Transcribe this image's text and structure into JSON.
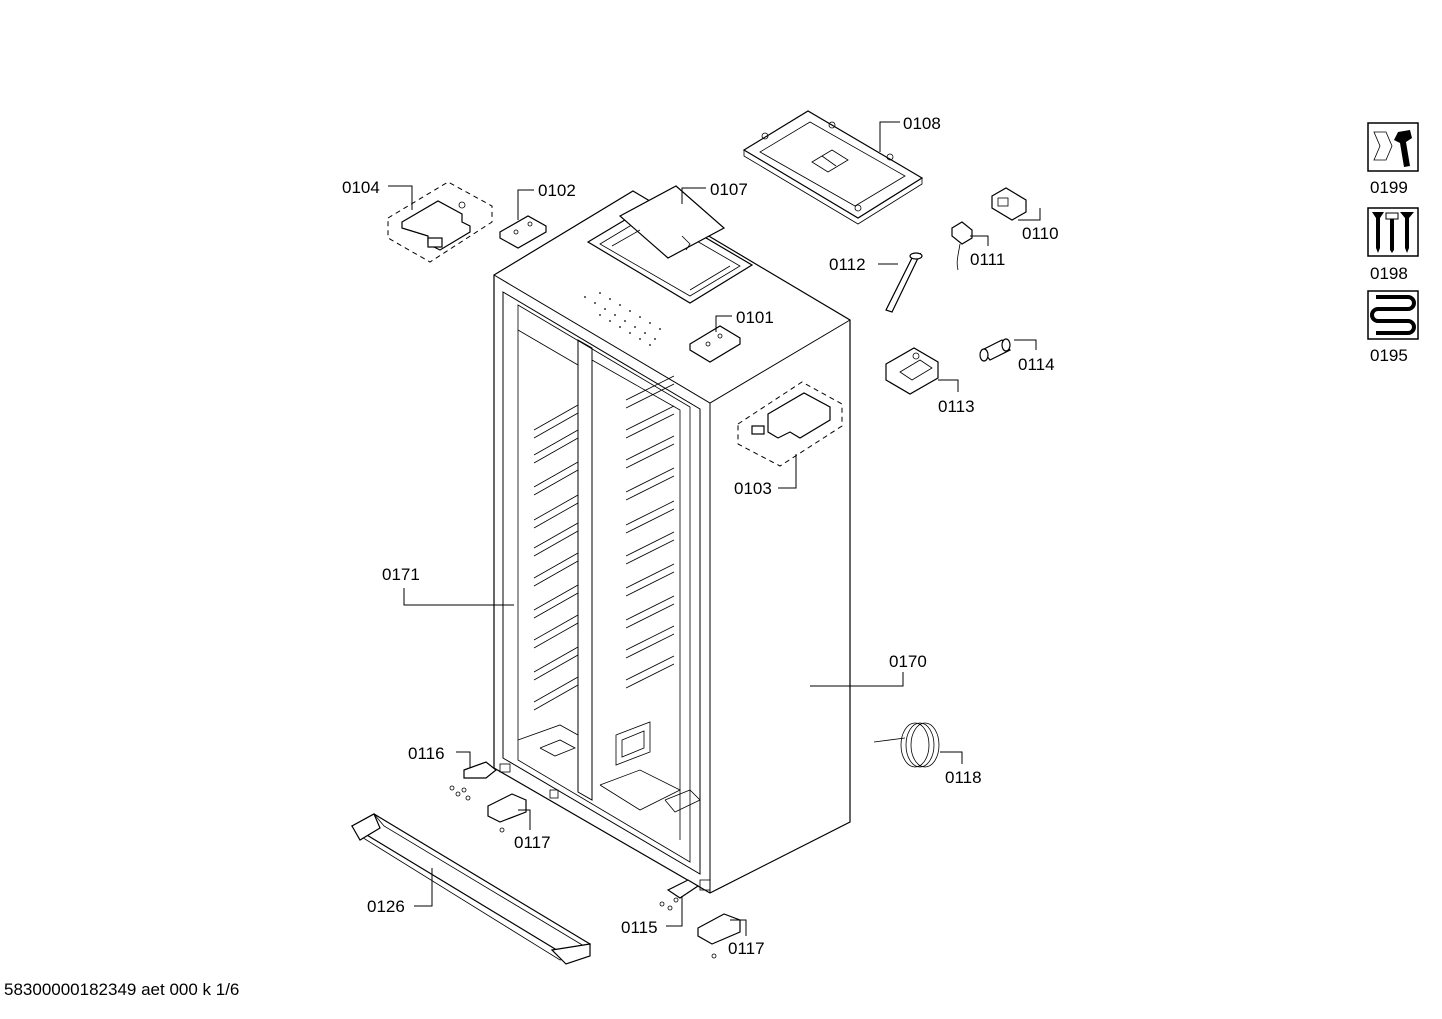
{
  "callouts": {
    "c0104": "0104",
    "c0102": "0102",
    "c0107": "0107",
    "c0108": "0108",
    "c0110": "0110",
    "c0111": "0111",
    "c0112": "0112",
    "c0101": "0101",
    "c0114": "0114",
    "c0113": "0113",
    "c0103": "0103",
    "c0171": "0171",
    "c0170": "0170",
    "c0116": "0116",
    "c0118": "0118",
    "c0117a": "0117",
    "c0126": "0126",
    "c0115": "0115",
    "c0117b": "0117"
  },
  "legend": {
    "tool_kit": "0199",
    "screws": "0198",
    "heater": "0195"
  },
  "footer": "58300000182349 aet 000 k 1/6"
}
